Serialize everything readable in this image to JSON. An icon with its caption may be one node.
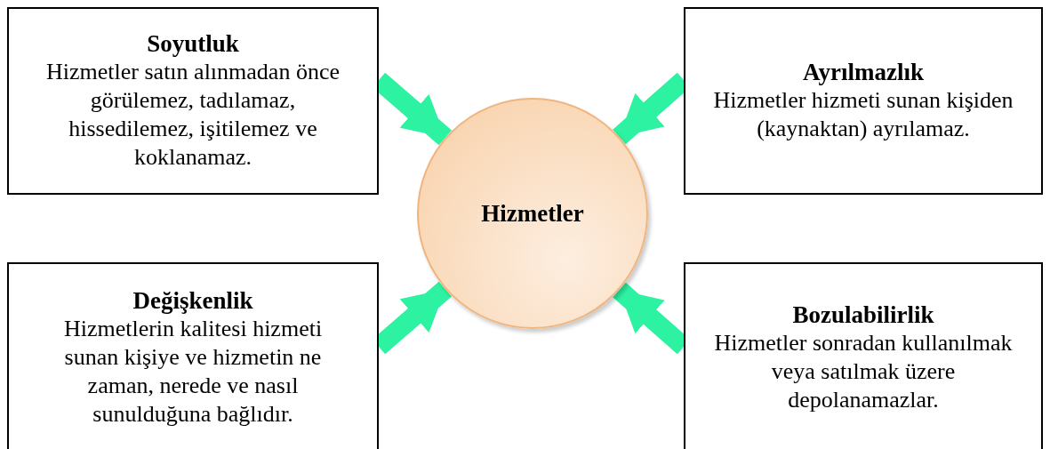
{
  "diagram": {
    "nodes": [
      {
        "text": [
          "Soyutluk",
          "Hizmetler satın alınmadan önce görülemez, tadılamaz, hissedilemez, işitilemez ve koklanamaz."
        ]
      },
      {
        "text": [
          "Ayrılmazlık",
          "Hizmetler hizmeti sunan kişiden (kaynaktan) ayrılamaz."
        ]
      },
      {
        "text": [
          "Hizmetler"
        ]
      },
      {
        "text": [
          "Değişkenlik",
          "Hizmetlerin kalitesi hizmeti sunan kişiye ve hizmetin ne zaman, nerede ve nasıl sunulduğuna bağlıdır."
        ]
      },
      {
        "text": [
          "Bozulabilirlik",
          "Hizmetler sonradan kullanılmak veya satılmak üzere depolanamazlar."
        ]
      }
    ],
    "edges": [
      {
        "from": 0,
        "to": 2,
        "arrow": "to"
      },
      {
        "from": 1,
        "to": 2,
        "arrow": "to"
      },
      {
        "from": 3,
        "to": 2,
        "arrow": "to"
      },
      {
        "from": 4,
        "to": 2,
        "arrow": "to"
      }
    ]
  }
}
